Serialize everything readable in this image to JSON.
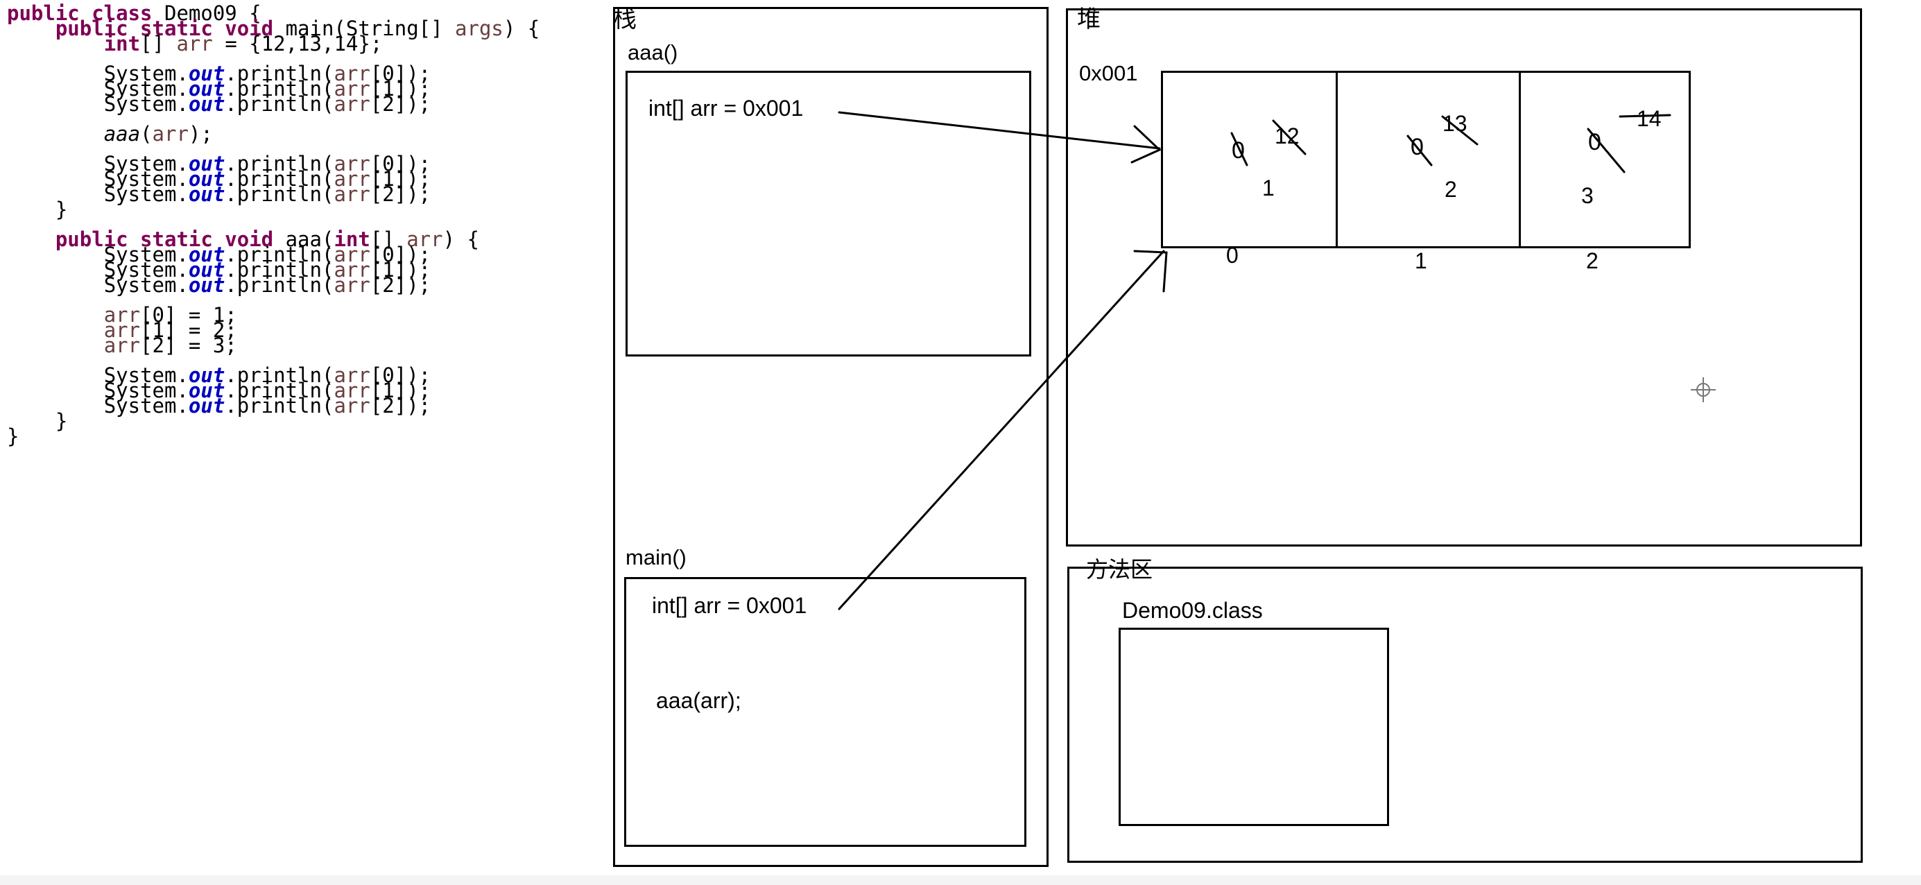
{
  "code": {
    "class_keywords": "public class",
    "class_name": "Demo09",
    "open_brace": "{",
    "close_brace": "}",
    "main_modifiers": "public static void",
    "main_name": "main(String[]",
    "main_param": "args",
    "main_end": ") {",
    "arr_type": "int",
    "arr_decl_rest": "[]",
    "arr_name": "arr",
    "arr_init": " = {12,13,14};",
    "system": "System.",
    "out": "out",
    "println": ".println(",
    "idx0": "[0]);",
    "idx1": "[1]);",
    "idx2": "[2]);",
    "call_aaa_name": "aaa",
    "call_aaa_args": "(",
    "call_aaa_end": ");",
    "aaa_modifiers": "public static void",
    "aaa_name": "aaa(",
    "aaa_param_type": "int",
    "aaa_param_rest": "[] ",
    "aaa_end": ") {",
    "assign0": "[0] = 1;",
    "assign1": "[1] = 2;",
    "assign2": "[2] = 3;"
  },
  "diagram": {
    "stack_title": "栈",
    "heap_title": "堆",
    "method_area_title": "方法区",
    "aaa_frame_label": "aaa()",
    "aaa_frame_content": "int[] arr =  0x001",
    "main_frame_label": "main()",
    "main_frame_content": "int[] arr =   0x001",
    "main_frame_call": "aaa(arr);",
    "heap_address": "0x001",
    "method_class": "Demo09.class",
    "cells": [
      {
        "zero": "0",
        "old": "12",
        "new": "1",
        "index": "0"
      },
      {
        "zero": "0",
        "old": "13",
        "new": "2",
        "index": "1"
      },
      {
        "zero": "0",
        "old": "14",
        "new": "3",
        "index": "2"
      }
    ]
  }
}
